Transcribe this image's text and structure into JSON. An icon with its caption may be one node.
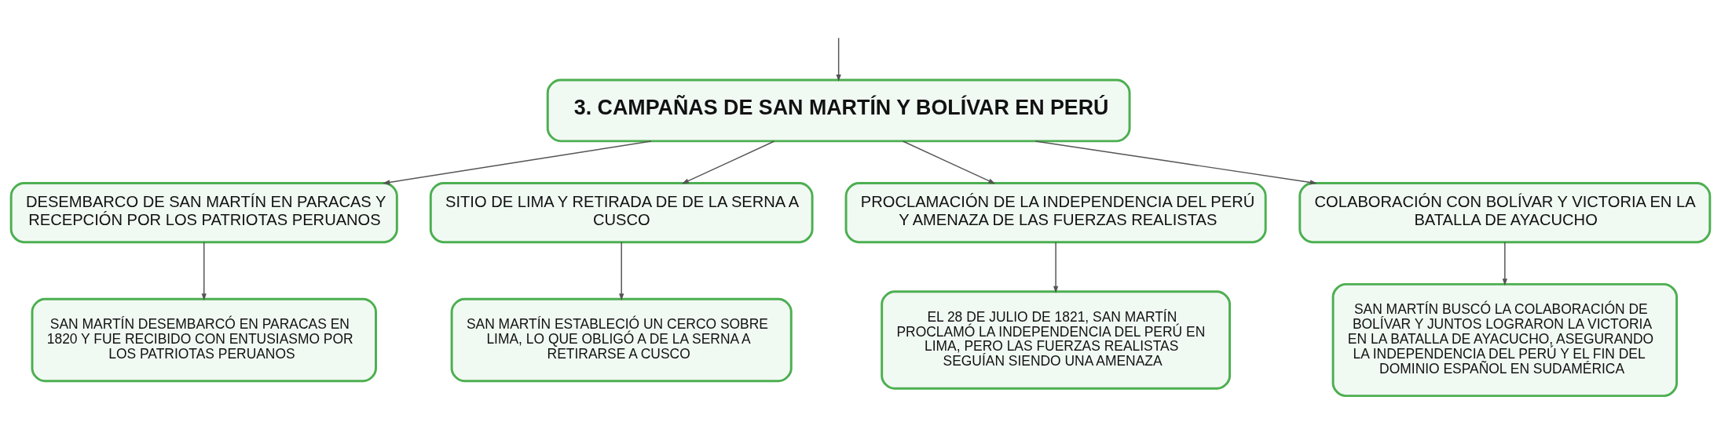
{
  "diagram": {
    "nodes": [
      {
        "text": [
          "3. CAMPAÑAS DE SAN MARTÍN Y BOLÍVAR EN PERÚ"
        ]
      },
      {
        "text": [
          "DESEMBARCO DE SAN MARTÍN EN PARACAS Y RECEPCIÓN POR LOS PATRIOTAS PERUANOS"
        ]
      },
      {
        "text": [
          "SITIO DE LIMA Y RETIRADA DE DE LA SERNA A CUSCO"
        ]
      },
      {
        "text": [
          "PROCLAMACIÓN DE LA INDEPENDENCIA DEL PERÚ Y AMENAZA DE LAS FUERZAS REALISTAS"
        ]
      },
      {
        "text": [
          "COLABORACIÓN CON BOLÍVAR Y VICTORIA EN LA BATALLA DE AYACUCHO"
        ]
      },
      {
        "text": [
          "SAN MARTÍN DESEMBARCÓ EN PARACAS EN 1820 Y FUE RECIBIDO CON ENTUSIASMO POR LOS PATRIOTAS PERUANOS"
        ]
      },
      {
        "text": [
          "SAN MARTÍN ESTABLECIÓ UN CERCO SOBRE LIMA, LO QUE OBLIGÓ A DE LA SERNA A RETIRARSE A CUSCO"
        ]
      },
      {
        "text": [
          "EL 28 DE JULIO DE 1821, SAN MARTÍN PROCLAMÓ LA INDEPENDENCIA DEL PERÚ EN LIMA, PERO LAS FUERZAS REALISTAS SEGUÍAN SIENDO UNA AMENAZA"
        ]
      },
      {
        "text": [
          "SAN MARTÍN BUSCÓ LA COLABORACIÓN DE BOLÍVAR Y JUNTOS LOGRARON LA VICTORIA EN LA BATALLA DE AYACUCHO, ASEGURANDO LA INDEPENDENCIA DEL PERÚ Y EL FIN DEL DOMINIO ESPAÑOL EN SUDAMÉRICA"
        ]
      }
    ],
    "edges": [
      {
        "from": null,
        "to": 0,
        "arrow": "to"
      },
      {
        "from": 0,
        "to": 1,
        "arrow": "to"
      },
      {
        "from": 0,
        "to": 2,
        "arrow": "to"
      },
      {
        "from": 0,
        "to": 3,
        "arrow": "to"
      },
      {
        "from": 0,
        "to": 4,
        "arrow": "to"
      },
      {
        "from": 1,
        "to": 5,
        "arrow": "to"
      },
      {
        "from": 2,
        "to": 6,
        "arrow": "to"
      },
      {
        "from": 3,
        "to": 7,
        "arrow": "to"
      },
      {
        "from": 4,
        "to": 8,
        "arrow": "to"
      }
    ]
  }
}
